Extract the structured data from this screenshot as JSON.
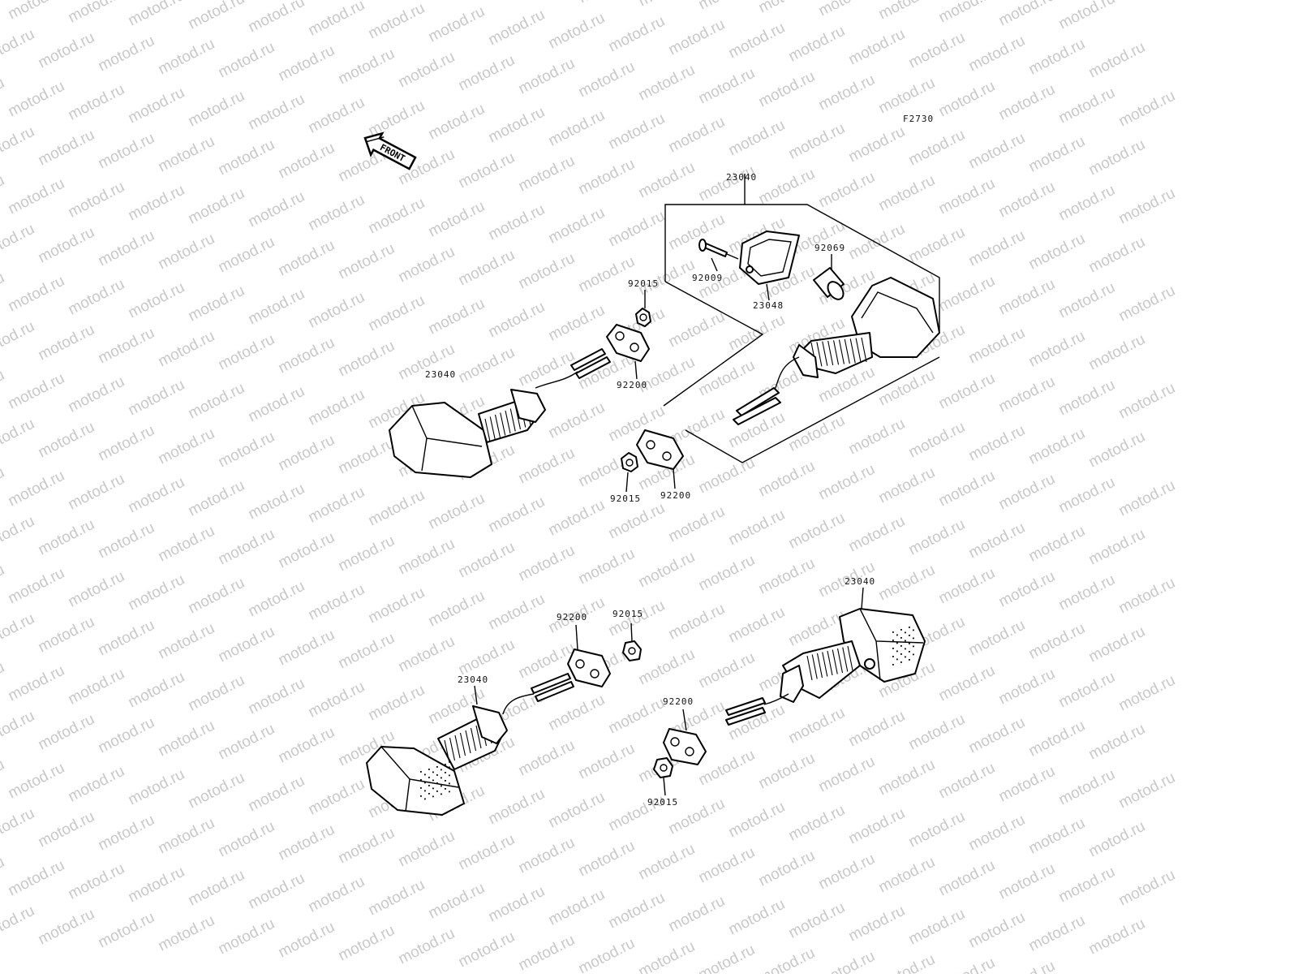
{
  "diagram": {
    "figure_code": "F2730",
    "front_label": "FRONT",
    "watermark_text": "motod.ru",
    "line_color": "#000000",
    "watermark_color": "#c8c8c8",
    "callouts": {
      "rear_right_assy": "23040",
      "rear_right_screw": "92009",
      "rear_right_lens": "23048",
      "rear_right_bulb": "92069",
      "rear_right_nut": "92015",
      "rear_right_pad": "92200",
      "rear_left_assy": "23040",
      "rear_left_pad": "92200",
      "rear_left_nut": "92015",
      "front_left_assy": "23040",
      "front_left_pad": "92200",
      "front_left_nut": "92015",
      "front_right_assy": "23040",
      "front_right_pad": "92200",
      "front_right_nut": "92015"
    }
  }
}
